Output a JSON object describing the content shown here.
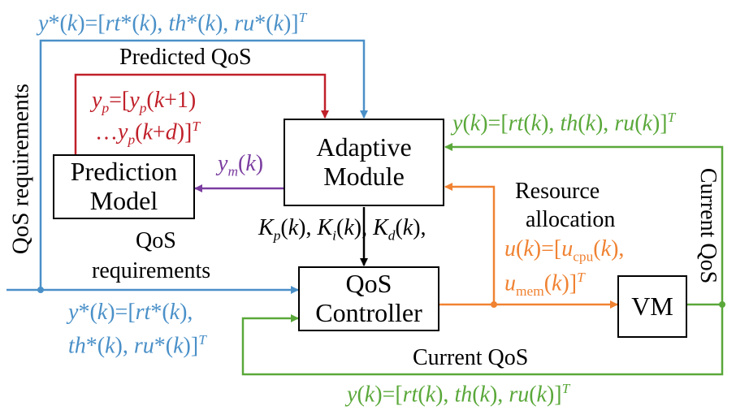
{
  "blocks": {
    "adaptive": {
      "line1": "Adaptive",
      "line2": "Module"
    },
    "prediction": {
      "line1": "Prediction",
      "line2": "Model"
    },
    "controller": {
      "line1": "QoS",
      "line2": "Controller"
    },
    "vm": {
      "label": "VM"
    }
  },
  "labels": {
    "predicted_qos": "Predicted QoS",
    "qos_requirements_vertical": "QoS requirements",
    "qos_requirements_1": "QoS",
    "qos_requirements_2": "requirements",
    "current_qos_vertical": "Current QoS",
    "current_qos_bottom": "Current QoS",
    "resource_1": "Resource",
    "resource_2": "allocation"
  },
  "colors": {
    "blue": "#4a90c8",
    "red": "#c0202a",
    "purple": "#7a3da0",
    "orange": "#f08232",
    "green": "#5aa83a",
    "black": "#000000"
  }
}
